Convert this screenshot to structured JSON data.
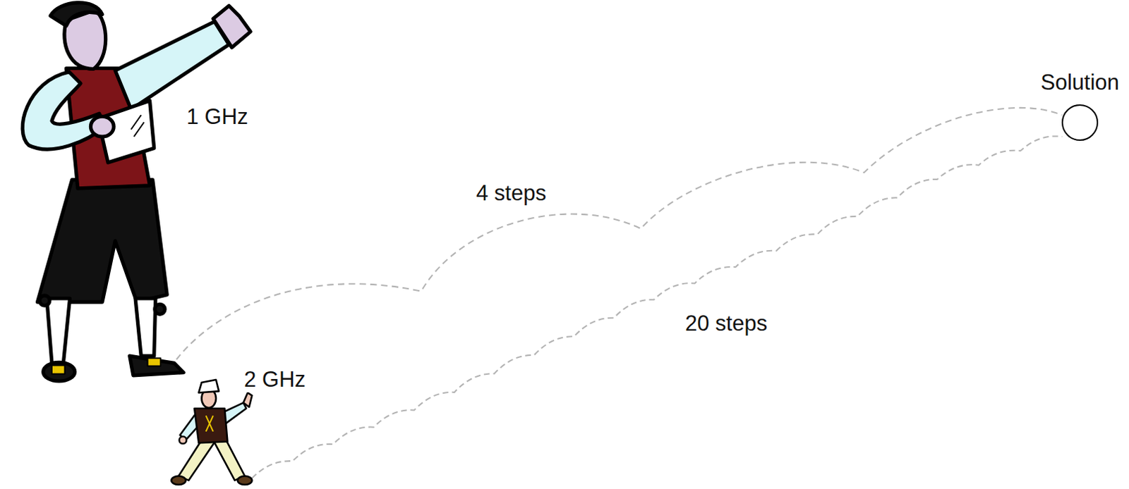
{
  "diagram": {
    "nodes": [
      {
        "text": [
          "Solution"
        ]
      }
    ],
    "labels": [
      "1 GHz",
      "4 steps",
      "20 steps",
      "2 GHz"
    ]
  }
}
